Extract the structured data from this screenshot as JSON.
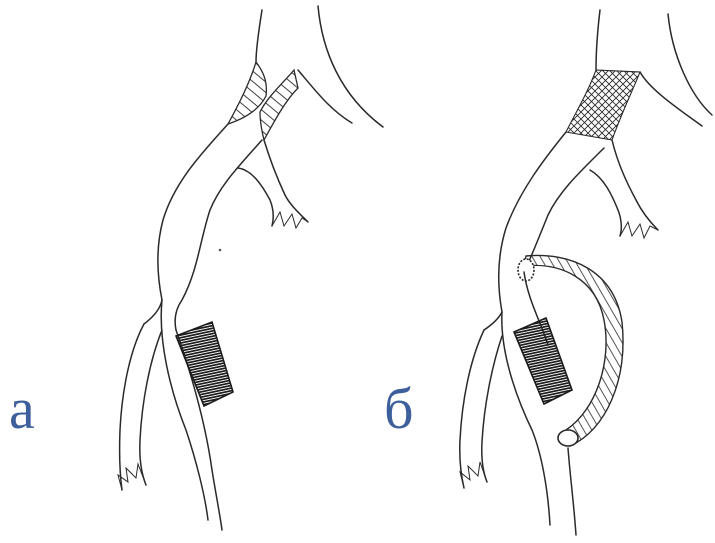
{
  "labels": {
    "a": "а",
    "b": "б"
  },
  "colors": {
    "label": "#3d5f9c",
    "ink": "#2a2a2a",
    "background": "#ffffff"
  },
  "panels": [
    {
      "id": "a",
      "elements": [
        "vessel-drawing",
        "stenosis-hatching",
        "occlusion-block"
      ]
    },
    {
      "id": "b",
      "elements": [
        "vessel-drawing",
        "stent-mesh",
        "bypass-graft",
        "occlusion-block"
      ]
    }
  ]
}
